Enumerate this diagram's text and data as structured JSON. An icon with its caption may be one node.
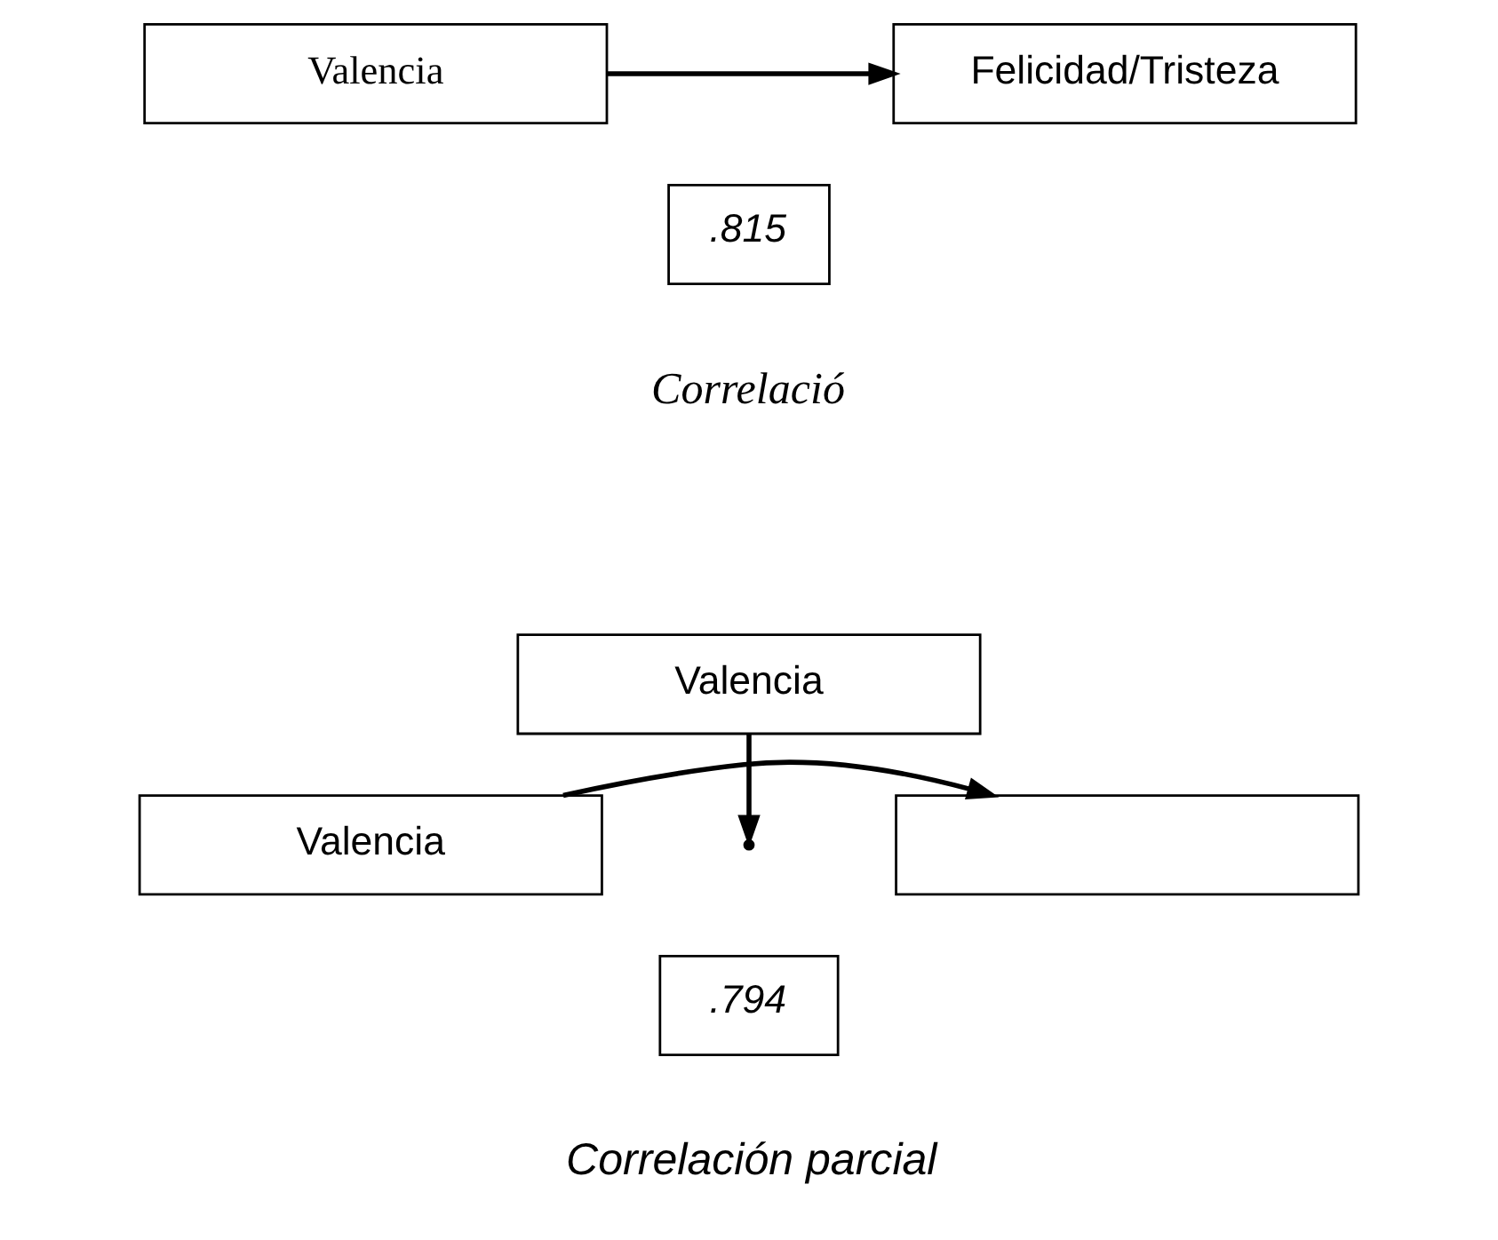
{
  "diagram": {
    "nodes": [
      {
        "text": [
          "Valencia"
        ]
      },
      {
        "text": [
          "Felicidad/Tristeza"
        ]
      },
      {
        "text": [
          ".815"
        ]
      },
      {
        "text": [
          "Valencia"
        ]
      },
      {
        "text": [
          "Valencia"
        ]
      },
      {
        "text": [],
        "shape": "box"
      },
      {
        "text": [
          ".794"
        ]
      }
    ],
    "edges": [
      {
        "from": 0,
        "to": 1,
        "arrow": "to"
      },
      {
        "from": 3,
        "to": null,
        "arrow": "to"
      },
      {
        "from": 4,
        "to": 5,
        "arrow": "to"
      }
    ],
    "labels": [
      "Correlació",
      "Correlación parcial"
    ]
  }
}
